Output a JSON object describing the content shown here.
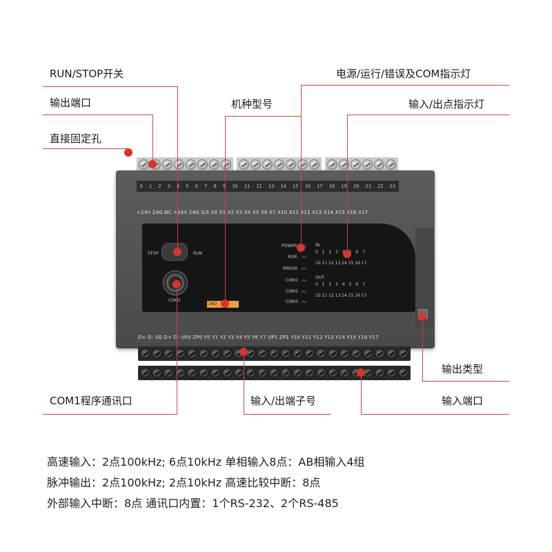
{
  "callouts": {
    "run_stop_switch": "RUN/STOP开关",
    "output_terminal": "输出端口",
    "mount_hole": "直接固定孔",
    "model_number": "机种型号",
    "status_leds": "电源/运行/错误及COM指示灯",
    "io_leds": "输入/出点指示灯",
    "output_type": "输出类型",
    "com1_port": "COM1程序通讯口",
    "io_terminal_numbers": "输入/出端子号",
    "input_terminal": "输入端口"
  },
  "specs": [
    "高速输入：2点100kHz; 6点10kHz  单相输入8点：AB相输入4组",
    "脉冲输出：2点100kHz; 2点10kHz  高速比较中断：8点",
    "外部输入中断：8点  通讯口内置：1个RS-232、2个RS-485"
  ],
  "device": {
    "top_numbers": [
      "0",
      "1",
      "2",
      "3",
      "4",
      "5",
      "6",
      "7",
      "8",
      "9",
      "10",
      "11",
      "12",
      "13",
      "14",
      "15",
      "16",
      "17",
      "18",
      "19",
      "20",
      "21",
      "22",
      "23"
    ],
    "top_terminal_labels": "+24V 24G  NC +24V 24G S/S X0 X1  X2 X3 X4 X5 X6 X7 X10 X11 X12 X13 X14 X15 X16 X17",
    "bottom_terminal_labels": "D+ D- SG D+ D-   UP0 ZP0 Y0 Y1 Y2 Y3 Y4 Y5  Y6 Y7 UP1 ZP1 Y10 Y11 Y12 Y13 Y14 Y15 Y16 Y17",
    "stop_label": "STOP",
    "run_label": "RUN",
    "com1_label": "COM1",
    "model_tag": "16D",
    "status": [
      "POWER",
      "RUN",
      "ERROR",
      "COM1",
      "COM2",
      "COM3"
    ],
    "in_label": "IN",
    "out_label": "OUT",
    "io_row_a": "0 1 2 3 4 5 6 7",
    "io_row_b": "10 11 12 13 14 15 16 17"
  },
  "colors": {
    "accent": "#c8463f",
    "dot": "#d8342c"
  }
}
